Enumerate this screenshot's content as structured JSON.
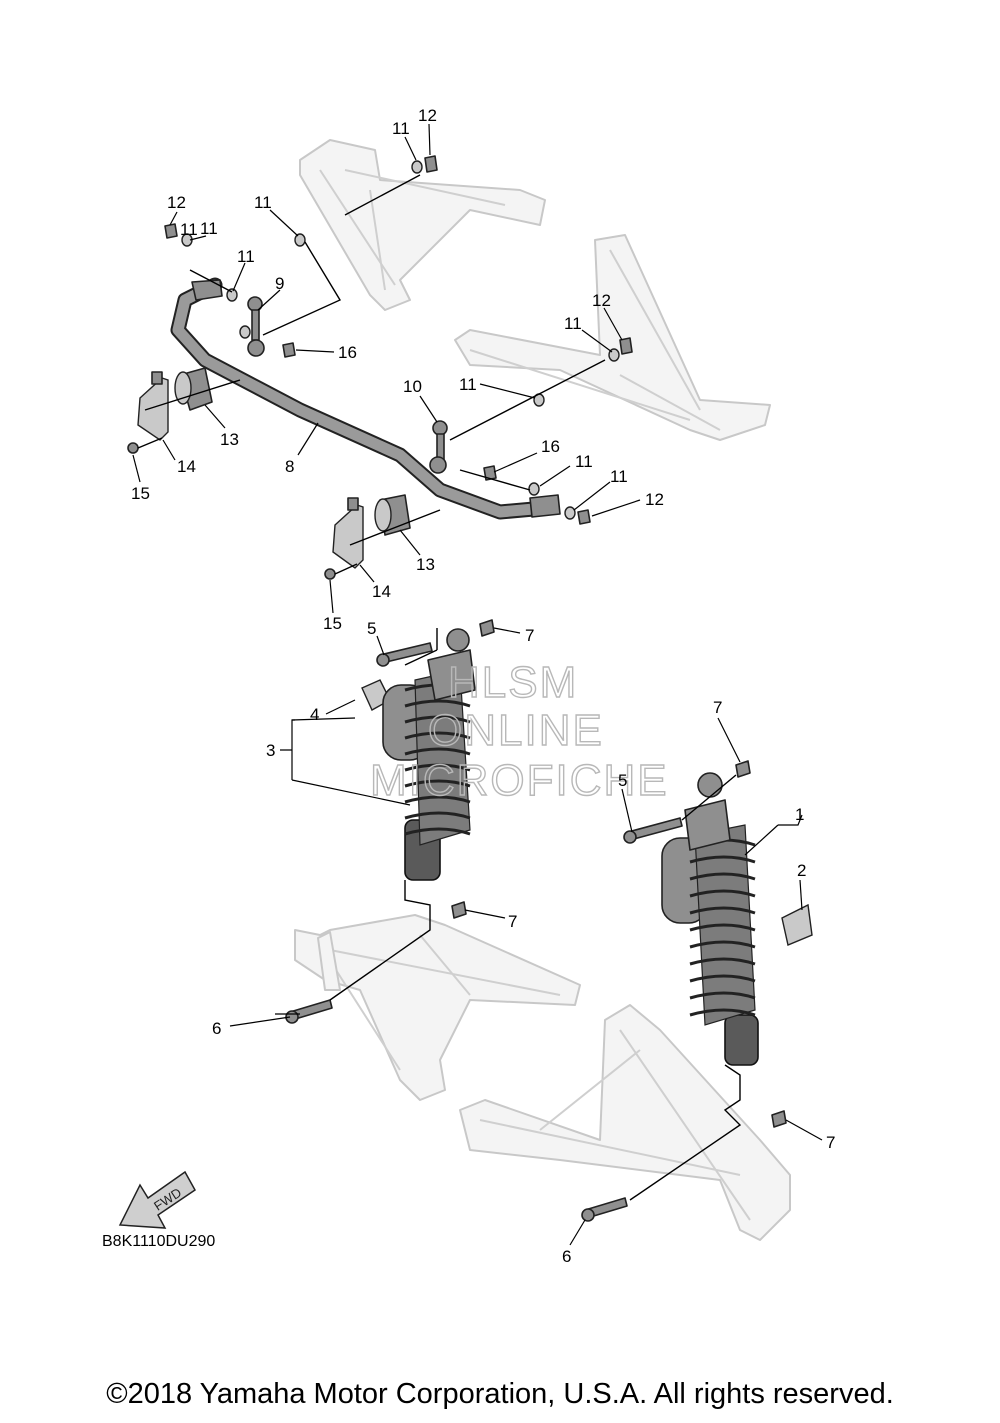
{
  "diagram": {
    "callouts": [
      {
        "id": "c1",
        "text": "1"
      },
      {
        "id": "c2",
        "text": "2"
      },
      {
        "id": "c3",
        "text": "3"
      },
      {
        "id": "c4",
        "text": "4"
      },
      {
        "id": "c5a",
        "text": "5"
      },
      {
        "id": "c5b",
        "text": "5"
      },
      {
        "id": "c6a",
        "text": "6"
      },
      {
        "id": "c6b",
        "text": "6"
      },
      {
        "id": "c7a",
        "text": "7"
      },
      {
        "id": "c7b",
        "text": "7"
      },
      {
        "id": "c7c",
        "text": "7"
      },
      {
        "id": "c7d",
        "text": "7"
      },
      {
        "id": "c8",
        "text": "8"
      },
      {
        "id": "c9",
        "text": "9"
      },
      {
        "id": "c10",
        "text": "10"
      },
      {
        "id": "c11a",
        "text": "11"
      },
      {
        "id": "c11b",
        "text": "11"
      },
      {
        "id": "c11c",
        "text": "11"
      },
      {
        "id": "c11d",
        "text": "11"
      },
      {
        "id": "c11e",
        "text": "11"
      },
      {
        "id": "c11f",
        "text": "11"
      },
      {
        "id": "c11g",
        "text": "11"
      },
      {
        "id": "c11h",
        "text": "11"
      },
      {
        "id": "c11i",
        "text": "11"
      },
      {
        "id": "c12a",
        "text": "12"
      },
      {
        "id": "c12b",
        "text": "12"
      },
      {
        "id": "c12c",
        "text": "12"
      },
      {
        "id": "c12d",
        "text": "12"
      },
      {
        "id": "c13a",
        "text": "13"
      },
      {
        "id": "c13b",
        "text": "13"
      },
      {
        "id": "c14a",
        "text": "14"
      },
      {
        "id": "c14b",
        "text": "14"
      },
      {
        "id": "c15a",
        "text": "15"
      },
      {
        "id": "c15b",
        "text": "15"
      },
      {
        "id": "c16a",
        "text": "16"
      },
      {
        "id": "c16b",
        "text": "16"
      }
    ],
    "fwd_label": "FWD",
    "diagram_code": "B8K1110DU290",
    "watermark": [
      "HLSM",
      "ONLINE",
      "MICROFICHE"
    ],
    "copyright": "©2018 Yamaha Motor Corporation, U.S.A. All rights reserved."
  }
}
